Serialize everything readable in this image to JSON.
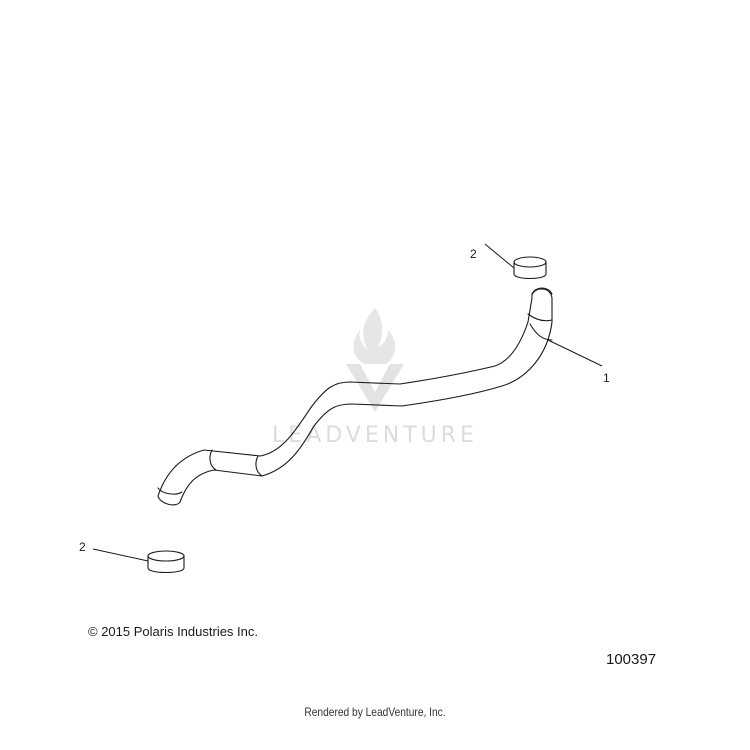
{
  "watermark": {
    "brand": "LEADVENTURE"
  },
  "callouts": [
    {
      "label": "1"
    },
    {
      "label": "2"
    },
    {
      "label": "2"
    }
  ],
  "copyright": "© 2015 Polaris Industries Inc.",
  "figure_number": "100397",
  "footer": "Rendered by LeadVenture, Inc."
}
